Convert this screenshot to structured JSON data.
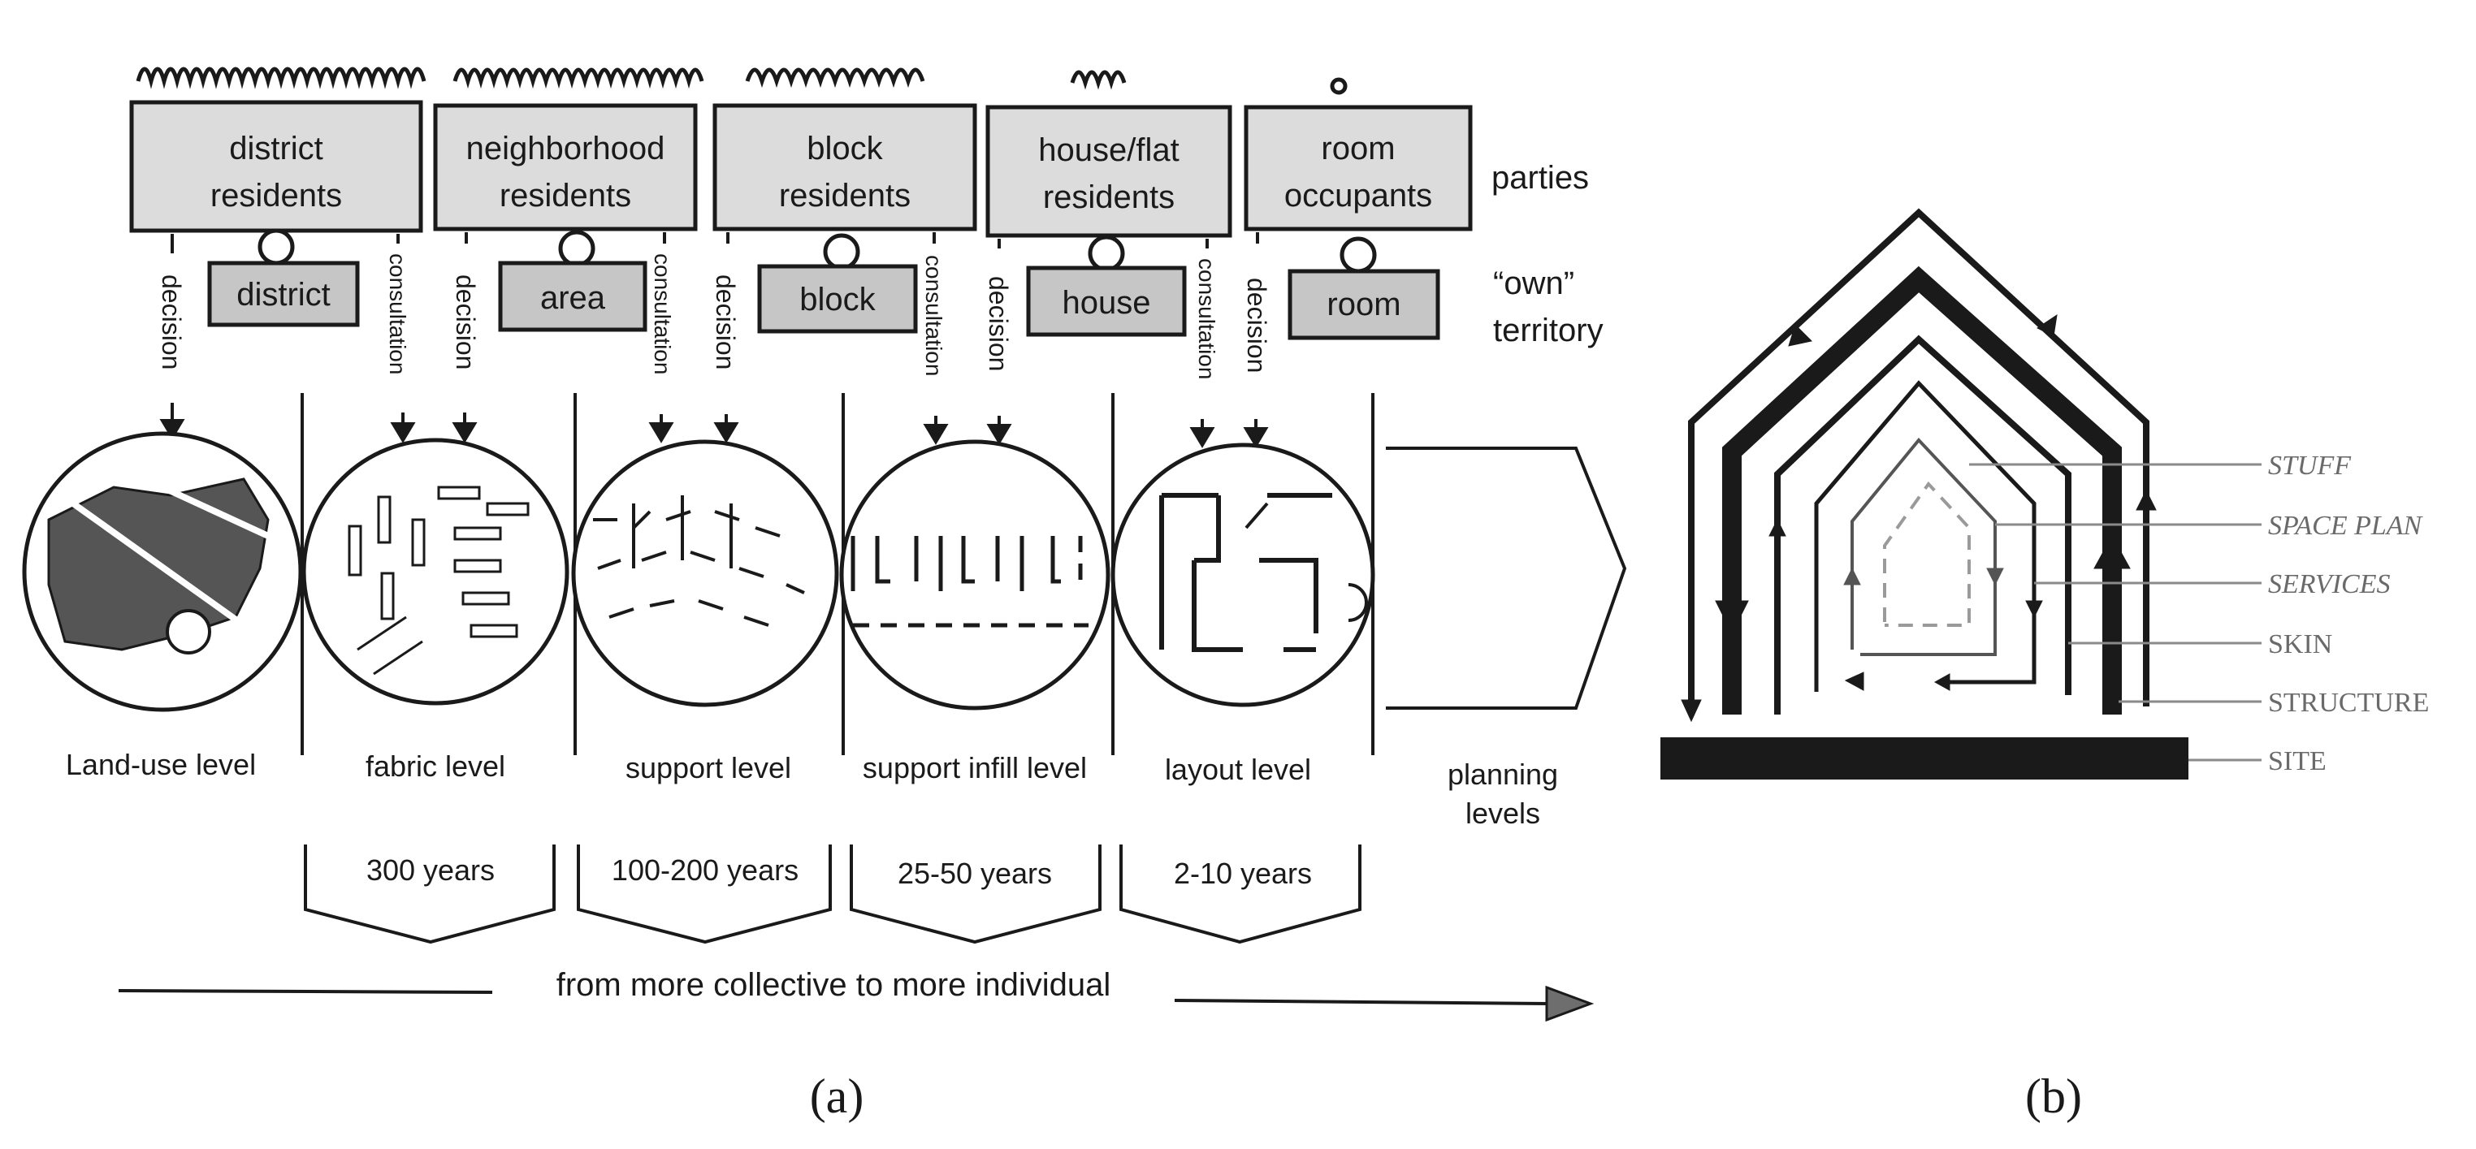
{
  "panel_a": {
    "label": "(a)",
    "parties_label": "parties",
    "own_label_line1": "“own”",
    "own_label_line2": "territory",
    "parties": [
      {
        "line1": "district",
        "line2": "residents",
        "territory": "district",
        "role_decision": "decision",
        "role_consultation": "consultation"
      },
      {
        "line1": "neighborhood",
        "line2": "residents",
        "territory": "area",
        "role_decision": "decision",
        "role_consultation": "consultation"
      },
      {
        "line1": "block",
        "line2": "residents",
        "territory": "block",
        "role_decision": "decision",
        "role_consultation": "consultation"
      },
      {
        "line1": "house/flat",
        "line2": "residents",
        "territory": "house",
        "role_decision": "decision",
        "role_consultation": "consultation"
      },
      {
        "line1": "room",
        "line2": "occupants",
        "territory": "room",
        "role_decision": "decision"
      }
    ],
    "levels": [
      "Land-use level",
      "fabric level",
      "support level",
      "support infill level",
      "layout level"
    ],
    "planning_line1": "planning",
    "planning_line2": "levels",
    "durations": [
      "300 years",
      "100-200 years",
      "25-50 years",
      "2-10 years"
    ],
    "direction_text": "from more collective to more individual"
  },
  "panel_b": {
    "label": "(b)",
    "layers": [
      "STUFF",
      "SPACE PLAN",
      "SERVICES",
      "SKIN",
      "STRUCTURE",
      "SITE"
    ]
  },
  "colors": {
    "box_fill": "#dcdcdc",
    "territory_fill": "#c6c6c6",
    "ink": "#1a1a1a",
    "arrow_fill": "#6e6e6e",
    "label_gray": "#6a6a6a"
  }
}
